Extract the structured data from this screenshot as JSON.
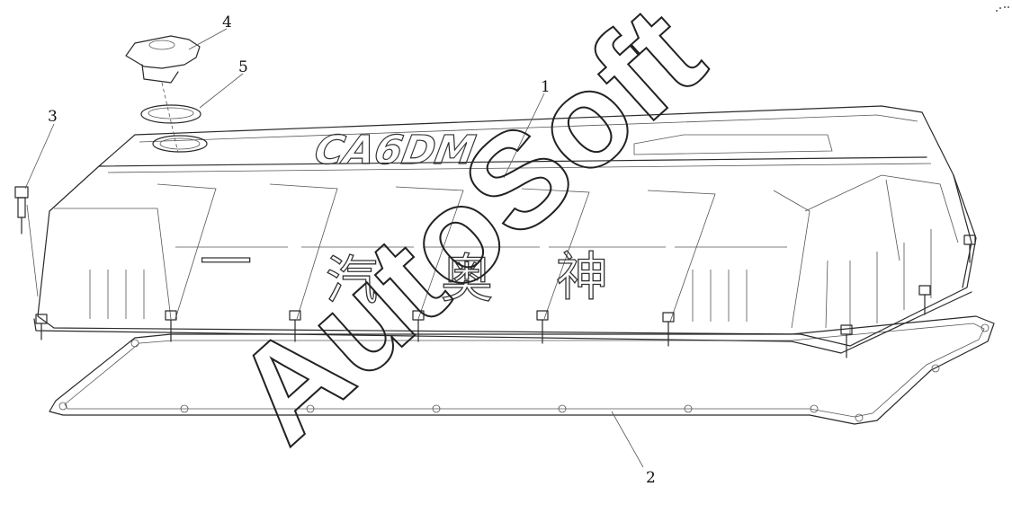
{
  "callouts": [
    {
      "id": "1",
      "label": "1"
    },
    {
      "id": "2",
      "label": "2"
    },
    {
      "id": "3",
      "label": "3"
    },
    {
      "id": "4",
      "label": "4"
    },
    {
      "id": "5",
      "label": "5"
    }
  ],
  "cover_emblem": "CA6DM",
  "cover_characters": [
    "一",
    "汽",
    "奥",
    "神"
  ],
  "watermark": "AutoSoft"
}
